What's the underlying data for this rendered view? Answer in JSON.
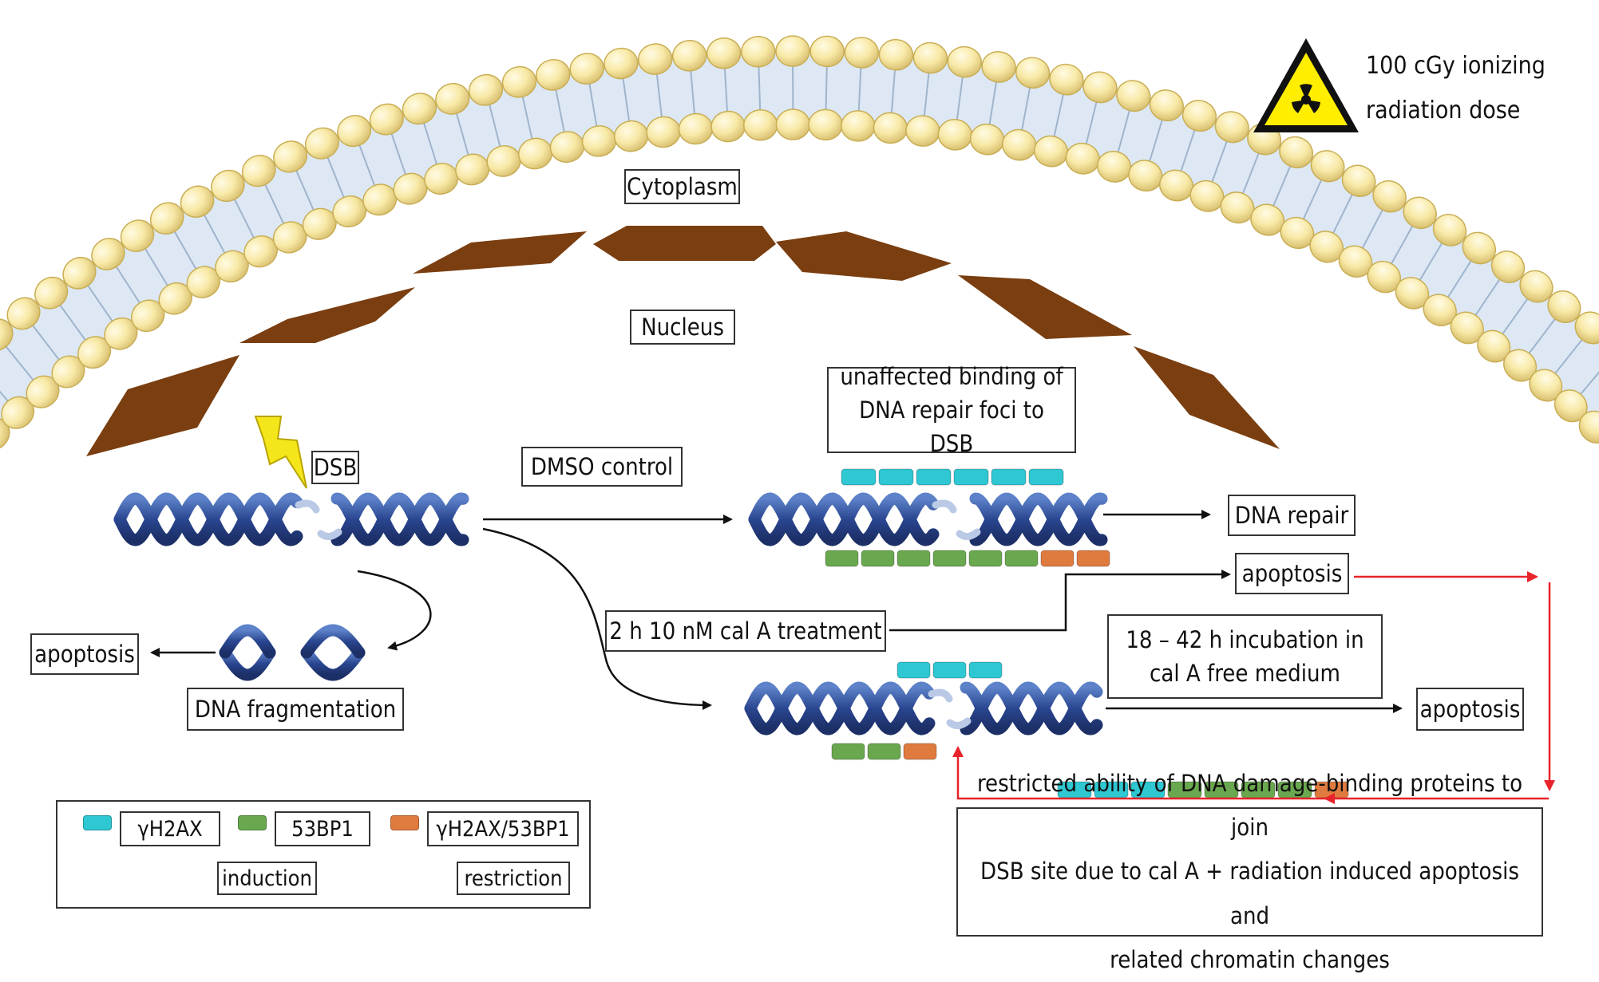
{
  "compartments": {
    "cytoplasm": "Cytoplasm",
    "nucleus": "Nucleus"
  },
  "radiation": {
    "line1": "100 cGy ionizing",
    "line2": "radiation dose",
    "icon": "radiation-warning-icon"
  },
  "nodes": {
    "dsb": "DSB",
    "dmso_control": "DMSO control",
    "unaffected_binding_line1": "unaffected binding of",
    "unaffected_binding_line2": "DNA repair foci to DSB",
    "dna_repair": "DNA repair",
    "apoptosis_left": "apoptosis",
    "dna_fragmentation": "DNA fragmentation",
    "cal_a_treatment": "2 h 10 nM cal A treatment",
    "apoptosis_top_right": "apoptosis",
    "incubation_line1": "18 – 42 h incubation in",
    "incubation_line2": "cal A free medium",
    "apoptosis_bottom_right": "apoptosis",
    "restricted_line1": "restricted ability of DNA damage-binding proteins to join",
    "restricted_line2": "DSB site due to cal A + radiation induced apoptosis and",
    "restricted_line3": "related chromatin changes"
  },
  "legend": {
    "gh2ax": "γH2AX",
    "bp53": "53BP1",
    "gh2ax_53bp1": "γH2AX/53BP1",
    "induction": "induction",
    "restriction": "restriction"
  },
  "colors": {
    "gh2ax": "#2ec7d2",
    "bp53": "#6aa84f",
    "gh2ax_53bp1": "#e07b3f",
    "induction": "#111111",
    "restriction": "#e8232a",
    "nuclear_envelope": "#7a3e10",
    "membrane_head": "#f6e7a0",
    "dna_helix": "#2f4fa0"
  }
}
